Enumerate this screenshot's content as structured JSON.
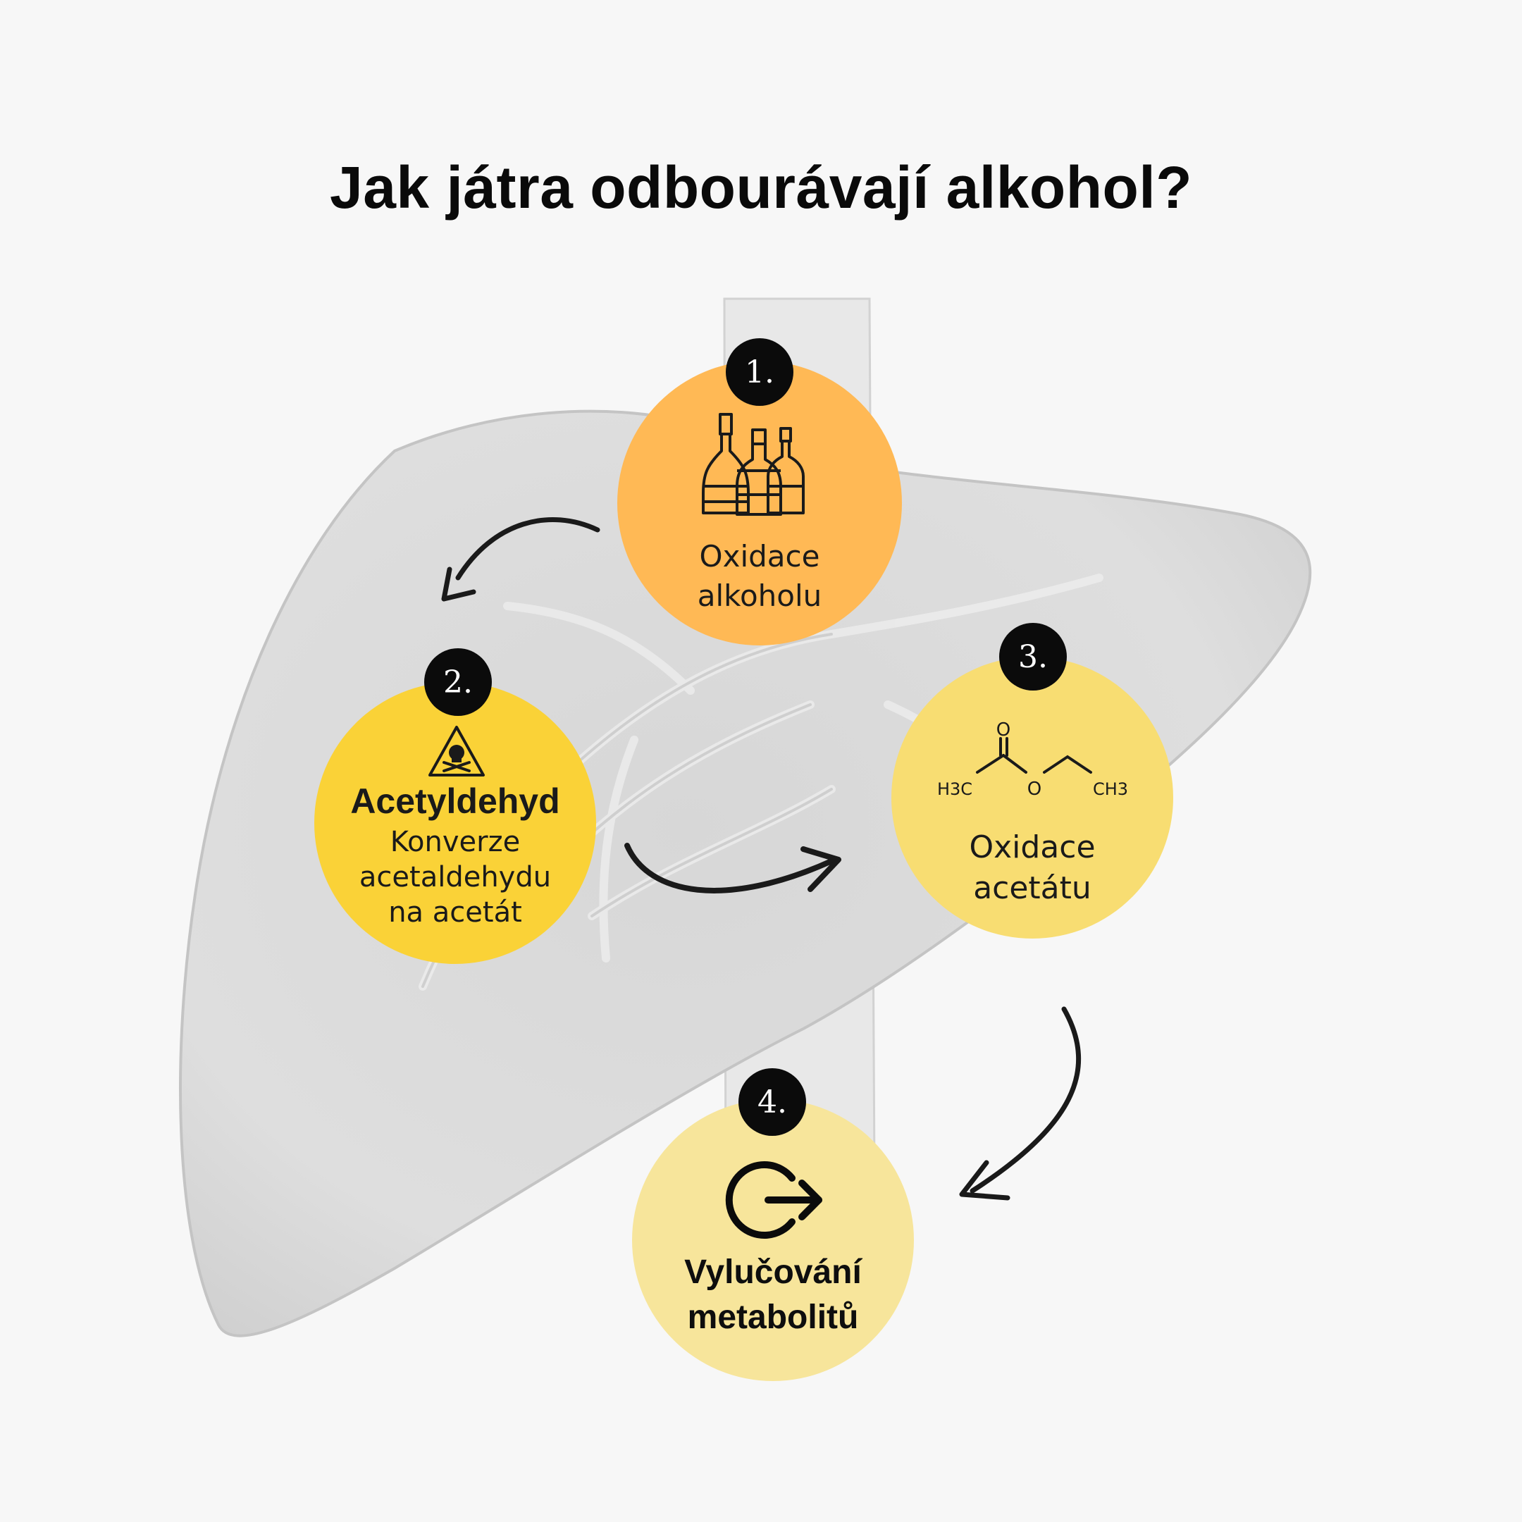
{
  "title": "Jak játra odbourávají alkohol?",
  "colors": {
    "step1": "#ffb955",
    "step2": "#fad237",
    "step3": "#f8dd72",
    "step4": "#f7e59b",
    "liver": "#dcdcdc",
    "background": "#f7f7f7"
  },
  "steps": [
    {
      "number": "1.",
      "icon": "bottles-icon",
      "heading": "",
      "lines": [
        "Oxidace",
        "alkoholu"
      ]
    },
    {
      "number": "2.",
      "icon": "skull-warning-icon",
      "heading": "Acetyldehyd",
      "lines": [
        "Konverze",
        "acetaldehydu",
        "na acetát"
      ]
    },
    {
      "number": "3.",
      "icon": "ethyl-acetate-structure-icon",
      "heading": "",
      "lines": [
        "Oxidace",
        "acetátu"
      ]
    },
    {
      "number": "4.",
      "icon": "logout-arrow-icon",
      "heading": "",
      "lines": [
        "Vylučování",
        "metabolitů"
      ]
    }
  ],
  "molecule": {
    "left_group": "H3C",
    "right_group": "CH3",
    "oxygen_top": "O",
    "oxygen_ester": "O"
  }
}
